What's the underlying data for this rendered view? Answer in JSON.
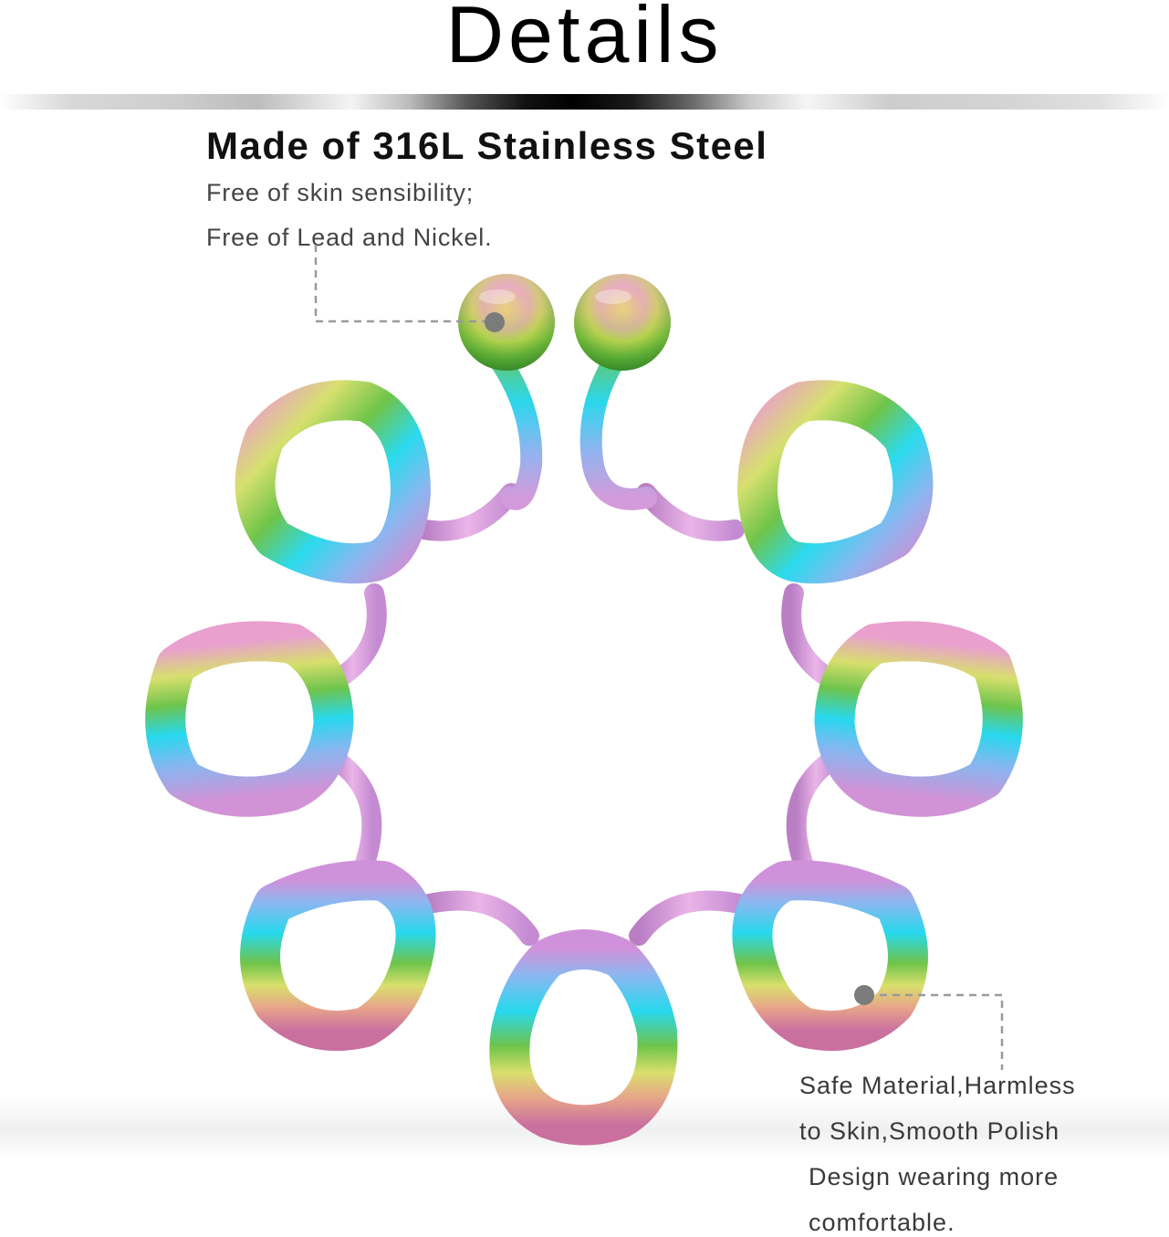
{
  "header": {
    "title": "Details"
  },
  "material": {
    "heading": "Made of 316L Stainless Steel",
    "lines": [
      "Free of skin sensibility;",
      "Free of Lead and Nickel."
    ]
  },
  "callout": {
    "lines": [
      "Safe Material,Harmless",
      "to Skin,Smooth Polish",
      " Design wearing more",
      " comfortable."
    ]
  },
  "product": {
    "name": "rainbow flower nipple ring",
    "petal_count": 7,
    "ball_ends": 2,
    "colors": {
      "pink": "#e99fd0",
      "yellow": "#d8e06a",
      "green": "#6fc24a",
      "cyan": "#27d9ee",
      "blue": "#86b9f2",
      "purple": "#c98fd8"
    },
    "marker_color": "#7b7b7b"
  }
}
